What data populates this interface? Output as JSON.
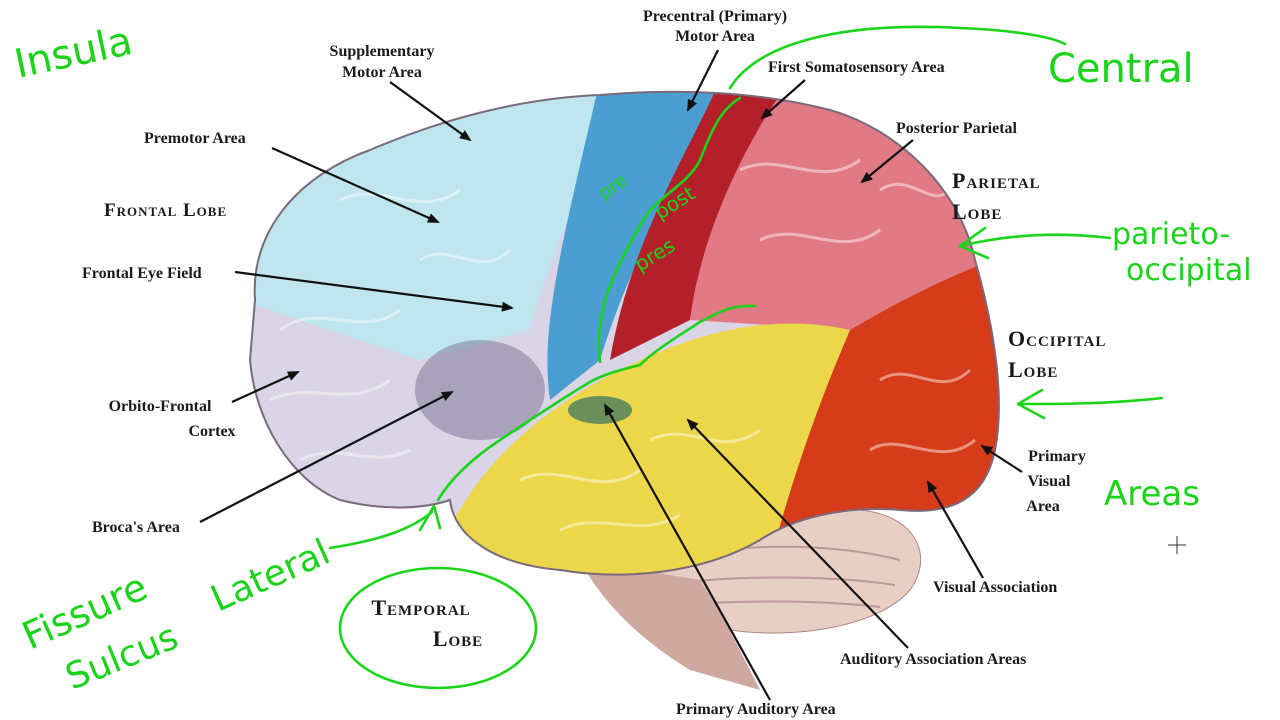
{
  "labels": {
    "precentral_line1": "Precentral (Primary)",
    "precentral_line2": "Motor Area",
    "supplementary_line1": "Supplementary",
    "supplementary_line2": "Motor Area",
    "first_somatosensory": "First Somatosensory Area",
    "premotor": "Premotor Area",
    "posterior_parietal": "Posterior Parietal",
    "frontal_eye_field": "Frontal Eye Field",
    "orbito_line1": "Orbito-Frontal",
    "orbito_line2": "Cortex",
    "brocas": "Broca's Area",
    "primary_visual_line1": "Primary",
    "primary_visual_line2": "Visual",
    "primary_visual_line3": "Area",
    "visual_association": "Visual Association",
    "auditory_association": "Auditory Association Areas",
    "primary_auditory": "Primary Auditory Area"
  },
  "lobes": {
    "frontal": "Frontal Lobe",
    "parietal_line1": "Parietal",
    "parietal_line2": "Lobe",
    "occipital_line1": "Occipital",
    "occipital_line2": "Lobe",
    "temporal_line1": "Temporal",
    "temporal_line2": "Lobe"
  },
  "handwriting": {
    "insula": "Insula",
    "central": "Central",
    "parieto_line1": "parieto-",
    "parieto_line2": "occipital",
    "areas": "Areas",
    "fissure": "Fissure",
    "sulcus": "Sulcus",
    "lateral": "Lateral",
    "pre": "pre",
    "post": "post",
    "pres": "pres"
  },
  "colors": {
    "frontal_pale": "#d9d4e6",
    "premotor_cyan": "#bfe6ef",
    "motor_blue": "#4a9fd0",
    "somatosensory_red": "#b3202a",
    "parietal_pink": "#e27a86",
    "occipital_red": "#d63b1a",
    "temporal_yellow": "#ecd64a",
    "cerebellum": "#e8cfc4",
    "annotation_green": "#19d419"
  }
}
